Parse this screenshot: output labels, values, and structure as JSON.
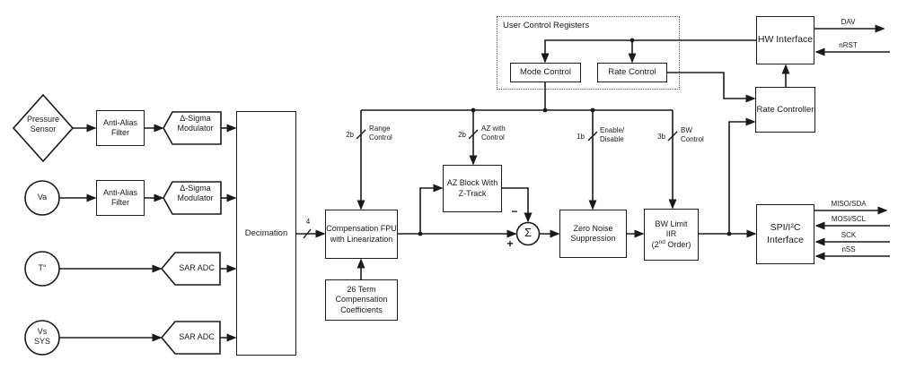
{
  "blocks": {
    "pressure_sensor": "Pressure Sensor",
    "anti_alias_filter_1": "Anti-Alias Filter",
    "anti_alias_filter_2": "Anti-Alias Filter",
    "delta_sigma_modulator_1": "Δ-Sigma Modulator",
    "delta_sigma_modulator_2": "Δ-Sigma Modulator",
    "va": "Va",
    "temperature": "T°",
    "vs_sys": "Vs SYS",
    "sar_adc_1": "SAR ADC",
    "sar_adc_2": "SAR ADC",
    "decimation": "Decimation",
    "compensation_fpu": "Compensation FPU with Linearization",
    "compensation_coefficients": "26 Term Compensation Coefficients",
    "az_block": "AZ Block With Z-Track",
    "summing_node": "Σ",
    "zero_noise_suppression": "Zero Noise Suppression",
    "bw_limit": {
      "line1": "BW Limit",
      "line2": "IIR",
      "line3_pre": "(2",
      "line3_sup": "nd",
      "line3_post": " Order)"
    },
    "spi_interface": "SPI/I²C Interface",
    "hw_interface": "HW Interface",
    "rate_controller": "Rate Controller",
    "user_control_registers": "User Control Registers",
    "mode_control": "Mode Control",
    "rate_control": "Rate Control"
  },
  "wire_labels": {
    "decimation_bus_width": "4",
    "range_bits": "2b",
    "range": "Range Control",
    "az_bits": "2b",
    "az": "AZ with Control",
    "enable_bits": "1b",
    "enable": "Enable/ Disable",
    "bw_bits": "3b",
    "bw": "BW Control",
    "sum_minus": "−",
    "sum_plus": "+"
  },
  "signals": {
    "dav": "DAV",
    "nrst": "nRST",
    "miso_sda": "MISO/SDA",
    "mosi_scl": "MOSI/SCL",
    "sck": "SCK",
    "nss": "nSS"
  },
  "colors": {
    "line": "#1a1a1a",
    "text": "#1a1a1a",
    "background": "#ffffff"
  }
}
